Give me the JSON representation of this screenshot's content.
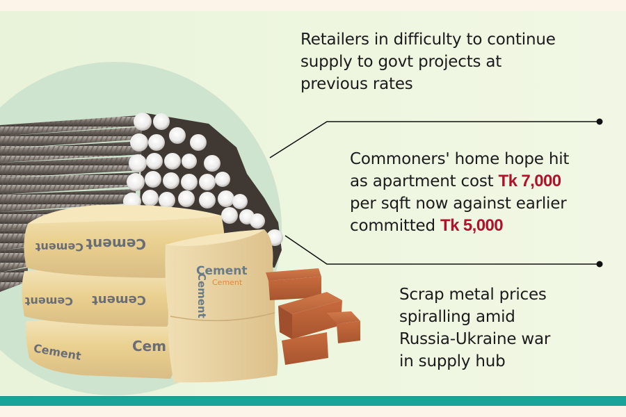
{
  "colors": {
    "background_cream": "#fdf4e9",
    "panel_green": "#eef6e0",
    "circle_green": "#cfe4ce",
    "teal_band": "#1aa39a",
    "text_dark": "#1b1b1b",
    "highlight_red": "#b0122b",
    "connector": "#111111"
  },
  "illustration": {
    "description": "Stack of steel rebar rods, cement bags and clay bricks",
    "items": [
      "steel-rebar-bundle",
      "cement-bags",
      "bricks"
    ],
    "bag_label": "Cement"
  },
  "notes": [
    {
      "lines": [
        {
          "text": "Retailers in difficulty to continue"
        },
        {
          "text": "supply to govt projects at"
        },
        {
          "text": "previous rates"
        }
      ]
    },
    {
      "lines": [
        {
          "text": "Commoners' home hope hit"
        },
        {
          "text": "as apartment cost ",
          "highlight": "Tk 7,000"
        },
        {
          "text": "per sqft now against earlier"
        },
        {
          "text": "committed ",
          "highlight": "Tk 5,000"
        }
      ]
    },
    {
      "lines": [
        {
          "text": "Scrap metal prices"
        },
        {
          "text": "spiralling amid"
        },
        {
          "text": "Russia-Ukraine war"
        },
        {
          "text": "in supply hub"
        }
      ]
    }
  ]
}
